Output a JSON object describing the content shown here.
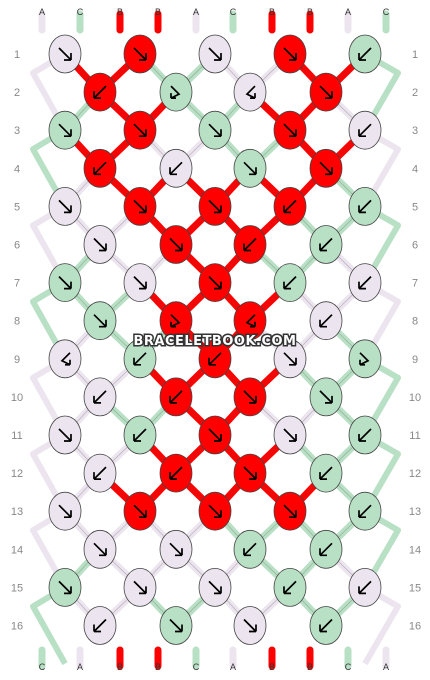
{
  "title": "",
  "watermark": "BRACELETBOOK.COM",
  "colors": {
    "A": "#ece4ee",
    "B": "#ff0000",
    "C": "#b8e0c4"
  },
  "top_strings": [
    "A",
    "C",
    "B",
    "B",
    "A",
    "C",
    "B",
    "B",
    "A",
    "C"
  ],
  "bottom_strings": [
    "C",
    "A",
    "B",
    "B",
    "C",
    "A",
    "B",
    "B",
    "C",
    "A"
  ],
  "rows": [
    {
      "label": "1",
      "knots": [
        {
          "c": "A",
          "d": "ur"
        },
        {
          "c": "B",
          "d": "ur"
        },
        {
          "c": "A",
          "d": "ur"
        },
        {
          "c": "B",
          "d": "ur"
        },
        {
          "c": "C",
          "d": "ul"
        }
      ]
    },
    {
      "label": "2",
      "knots": [
        {
          "c": "B",
          "d": "ul"
        },
        {
          "c": "C",
          "d": "rl"
        },
        {
          "c": "A",
          "d": "rr"
        },
        {
          "c": "B",
          "d": "ur"
        }
      ]
    },
    {
      "label": "3",
      "knots": [
        {
          "c": "C",
          "d": "ur"
        },
        {
          "c": "B",
          "d": "ur"
        },
        {
          "c": "C",
          "d": "ur"
        },
        {
          "c": "B",
          "d": "ur"
        },
        {
          "c": "A",
          "d": "ul"
        }
      ]
    },
    {
      "label": "4",
      "knots": [
        {
          "c": "B",
          "d": "ul"
        },
        {
          "c": "A",
          "d": "ul"
        },
        {
          "c": "C",
          "d": "ur"
        },
        {
          "c": "B",
          "d": "ur"
        }
      ]
    },
    {
      "label": "5",
      "knots": [
        {
          "c": "A",
          "d": "ur"
        },
        {
          "c": "B",
          "d": "ur"
        },
        {
          "c": "B",
          "d": "ur"
        },
        {
          "c": "B",
          "d": "ul"
        },
        {
          "c": "C",
          "d": "ul"
        }
      ]
    },
    {
      "label": "6",
      "knots": [
        {
          "c": "A",
          "d": "ur"
        },
        {
          "c": "B",
          "d": "ur"
        },
        {
          "c": "B",
          "d": "ul"
        },
        {
          "c": "C",
          "d": "ul"
        }
      ]
    },
    {
      "label": "7",
      "knots": [
        {
          "c": "C",
          "d": "ur"
        },
        {
          "c": "A",
          "d": "ur"
        },
        {
          "c": "B",
          "d": "ur"
        },
        {
          "c": "C",
          "d": "ul"
        },
        {
          "c": "A",
          "d": "ul"
        }
      ]
    },
    {
      "label": "8",
      "knots": [
        {
          "c": "C",
          "d": "ur"
        },
        {
          "c": "B",
          "d": "rl"
        },
        {
          "c": "B",
          "d": "rr"
        },
        {
          "c": "A",
          "d": "ul"
        }
      ]
    },
    {
      "label": "9",
      "knots": [
        {
          "c": "A",
          "d": "rr"
        },
        {
          "c": "C",
          "d": "ul"
        },
        {
          "c": "B",
          "d": "ul"
        },
        {
          "c": "A",
          "d": "ur"
        },
        {
          "c": "C",
          "d": "rl"
        }
      ]
    },
    {
      "label": "10",
      "knots": [
        {
          "c": "A",
          "d": "ul"
        },
        {
          "c": "B",
          "d": "ul"
        },
        {
          "c": "B",
          "d": "ur"
        },
        {
          "c": "C",
          "d": "ur"
        }
      ]
    },
    {
      "label": "11",
      "knots": [
        {
          "c": "A",
          "d": "ur"
        },
        {
          "c": "C",
          "d": "ul"
        },
        {
          "c": "B",
          "d": "ur"
        },
        {
          "c": "A",
          "d": "ur"
        },
        {
          "c": "C",
          "d": "ul"
        }
      ]
    },
    {
      "label": "12",
      "knots": [
        {
          "c": "A",
          "d": "ul"
        },
        {
          "c": "B",
          "d": "ul"
        },
        {
          "c": "B",
          "d": "ur"
        },
        {
          "c": "C",
          "d": "ul"
        }
      ]
    },
    {
      "label": "13",
      "knots": [
        {
          "c": "A",
          "d": "ur"
        },
        {
          "c": "B",
          "d": "ur"
        },
        {
          "c": "B",
          "d": "ur"
        },
        {
          "c": "B",
          "d": "ur"
        },
        {
          "c": "C",
          "d": "ul"
        }
      ]
    },
    {
      "label": "14",
      "knots": [
        {
          "c": "A",
          "d": "ur"
        },
        {
          "c": "A",
          "d": "ur"
        },
        {
          "c": "C",
          "d": "ul"
        },
        {
          "c": "C",
          "d": "ul"
        }
      ]
    },
    {
      "label": "15",
      "knots": [
        {
          "c": "C",
          "d": "ur"
        },
        {
          "c": "A",
          "d": "ur"
        },
        {
          "c": "A",
          "d": "ur"
        },
        {
          "c": "C",
          "d": "ul"
        },
        {
          "c": "A",
          "d": "ul"
        }
      ]
    },
    {
      "label": "16",
      "knots": [
        {
          "c": "A",
          "d": "ul"
        },
        {
          "c": "C",
          "d": "ur"
        },
        {
          "c": "A",
          "d": "ur"
        },
        {
          "c": "C",
          "d": "ul"
        }
      ]
    }
  ]
}
